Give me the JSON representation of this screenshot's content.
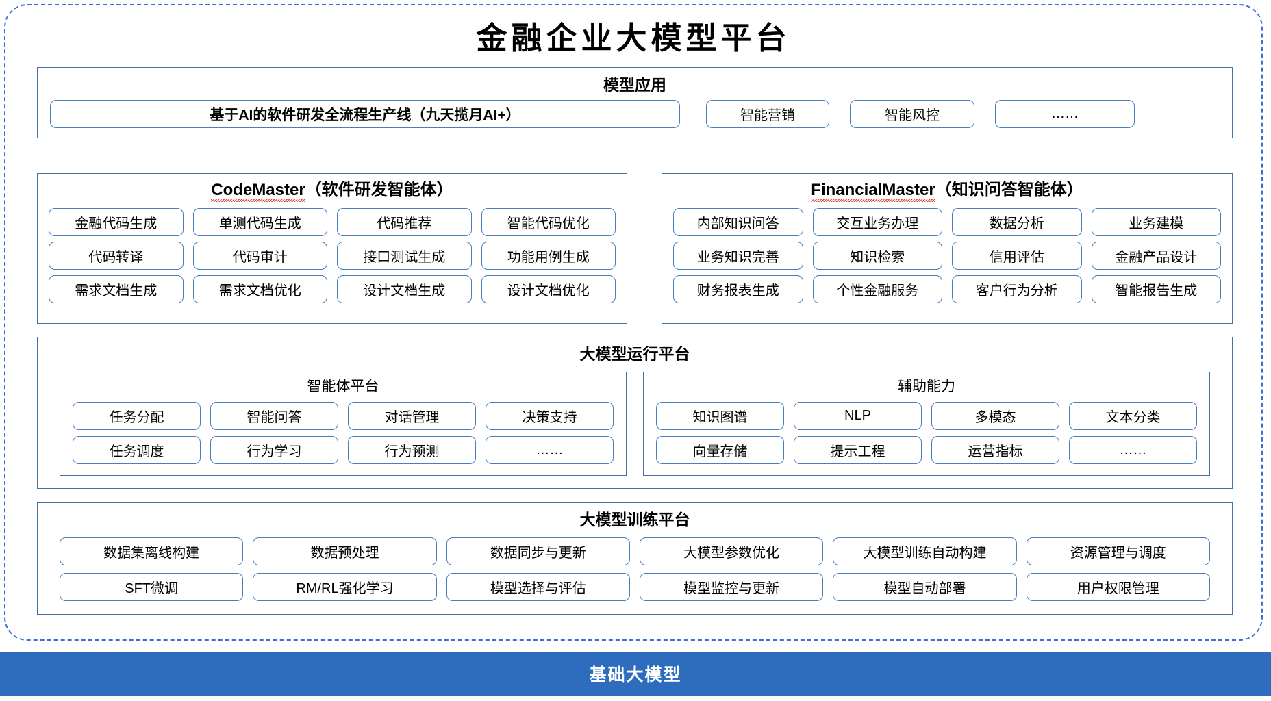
{
  "page": {
    "title": "金融企业大模型平台"
  },
  "model_application": {
    "title": "模型应用",
    "hero_item": "基于AI的软件研发全流程生产线（九天揽月AI+）",
    "items": [
      "智能营销",
      "智能风控",
      "……"
    ]
  },
  "agents": {
    "code_master": {
      "name": "CodeMaster",
      "suffix": "（软件研发智能体）",
      "rows": [
        [
          "金融代码生成",
          "单测代码生成",
          "代码推荐",
          "智能代码优化"
        ],
        [
          "代码转译",
          "代码审计",
          "接口测试生成",
          "功能用例生成"
        ],
        [
          "需求文档生成",
          "需求文档优化",
          "设计文档生成",
          "设计文档优化"
        ]
      ]
    },
    "financial_master": {
      "name": "FinancialMaster",
      "suffix": "（知识问答智能体）",
      "rows": [
        [
          "内部知识问答",
          "交互业务办理",
          "数据分析",
          "业务建模"
        ],
        [
          "业务知识完善",
          "知识检索",
          "信用评估",
          "金融产品设计"
        ],
        [
          "财务报表生成",
          "个性金融服务",
          "客户行为分析",
          "智能报告生成"
        ]
      ]
    }
  },
  "runtime_platform": {
    "title": "大模型运行平台",
    "panels": [
      {
        "title": "智能体平台",
        "rows": [
          [
            "任务分配",
            "智能问答",
            "对话管理",
            "决策支持"
          ],
          [
            "任务调度",
            "行为学习",
            "行为预测",
            "……"
          ]
        ]
      },
      {
        "title": "辅助能力",
        "rows": [
          [
            "知识图谱",
            "NLP",
            "多模态",
            "文本分类"
          ],
          [
            "向量存储",
            "提示工程",
            "运营指标",
            "……"
          ]
        ]
      }
    ]
  },
  "training_platform": {
    "title": "大模型训练平台",
    "rows": [
      [
        "数据集离线构建",
        "数据预处理",
        "数据同步与更新",
        "大模型参数优化",
        "大模型训练自动构建",
        "资源管理与调度"
      ],
      [
        "SFT微调",
        "RM/RL强化学习",
        "模型选择与评估",
        "模型监控与更新",
        "模型自动部署",
        "用户权限管理"
      ]
    ]
  },
  "foundation": {
    "label": "基础大模型"
  },
  "colors": {
    "frame_dashed": "#3b6fd4",
    "section_border": "#4472a8",
    "pill_border": "#4a7ebb",
    "foundation_bar": "#2e6cbe",
    "spellcheck_squiggle": "#e2342a"
  }
}
